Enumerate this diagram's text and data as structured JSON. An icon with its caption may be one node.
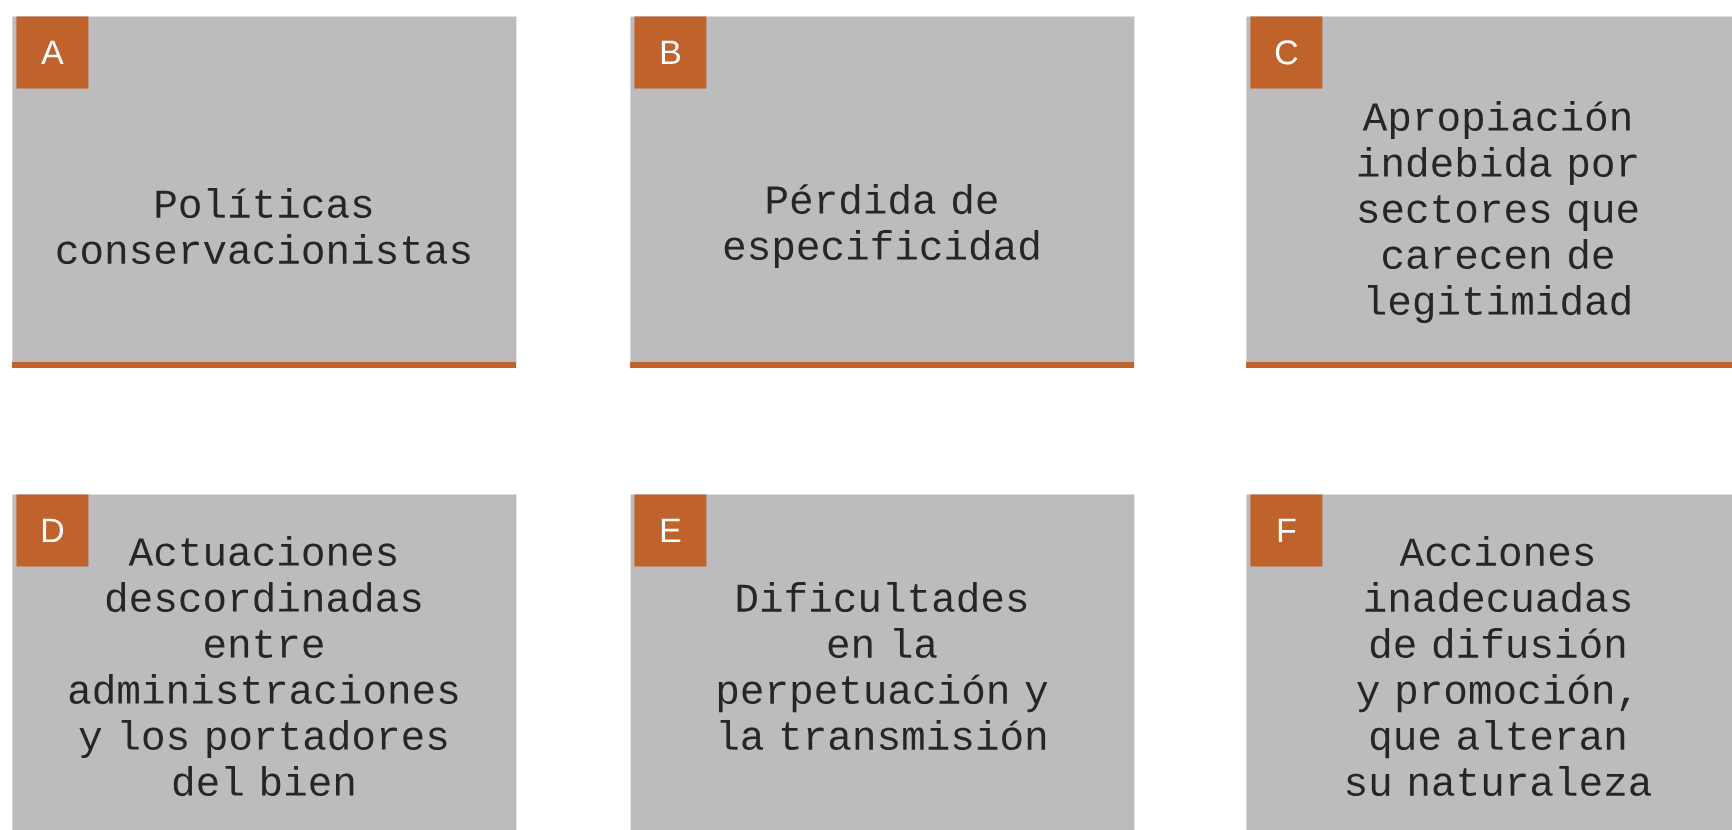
{
  "diagram": {
    "nodes": [
      {
        "text": [
          "A",
          "Políticas conservacionistas"
        ]
      },
      {
        "text": [
          "B",
          "Pérdida de especificidad"
        ]
      },
      {
        "text": [
          "C",
          "Apropiación indebida por sectores que carecen de legitimidad"
        ]
      },
      {
        "text": [
          "D",
          "Actuaciones descordinadas entre administraciones y los portadores del bien"
        ]
      },
      {
        "text": [
          "E",
          "Dificultades en la perpetuación y la transmisión"
        ]
      },
      {
        "text": [
          "F",
          "Acciones inadecuadas de difusión y promoción, que alteran su naturaleza"
        ]
      }
    ]
  }
}
